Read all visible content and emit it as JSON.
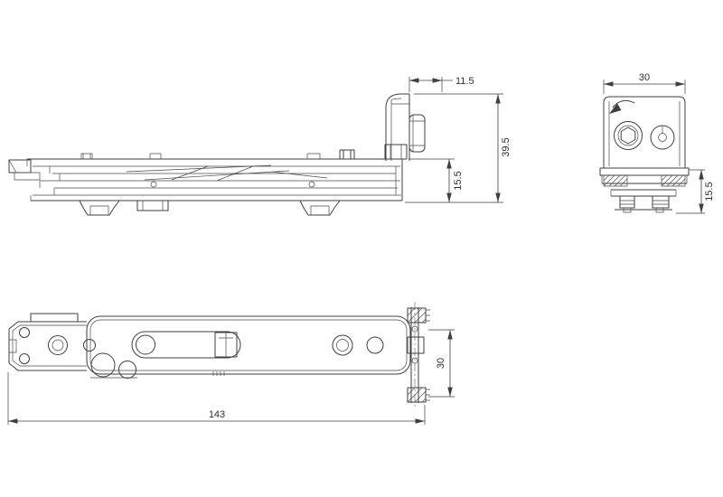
{
  "drawing": {
    "background": "#ffffff",
    "line_color": "#3f3f3f",
    "views": {
      "side_view": {
        "dims": {
          "arm_offset": "11.5",
          "overall_height": "39.5",
          "stack_height": "15.5"
        }
      },
      "end_view": {
        "dims": {
          "width": "30",
          "clamp_height": "15.5"
        }
      },
      "plan_view": {
        "dims": {
          "overall_length": "143",
          "end_cap_height": "30"
        }
      }
    }
  }
}
